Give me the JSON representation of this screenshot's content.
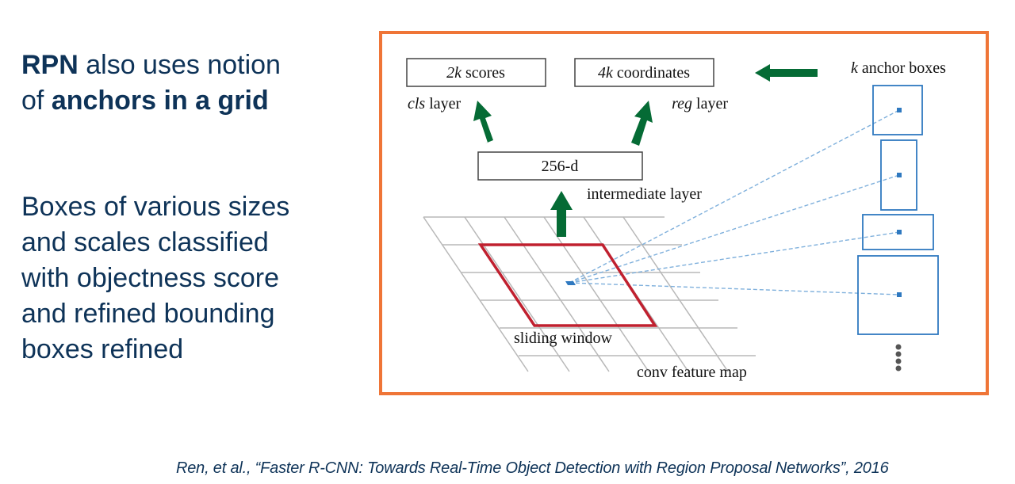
{
  "slide": {
    "heading": {
      "bold_1": "RPN",
      "text_1": " also uses notion",
      "text_2": "of ",
      "bold_2": "anchors in a grid"
    },
    "body_lines": [
      "Boxes of various sizes",
      "and scales classified",
      "with objectness score",
      "and refined bounding",
      "boxes refined"
    ],
    "citation": "Ren, et al., “Faster R-CNN: Towards Real-Time Object Detection with Region Proposal Networks”, 2016"
  },
  "diagram": {
    "cls_box": {
      "k": "2k",
      "label": " scores"
    },
    "reg_box": {
      "k": "4k",
      "label": " coordinates"
    },
    "cls_layer": {
      "italic": "cls",
      "label": " layer"
    },
    "reg_layer": {
      "italic": "reg",
      "label": " layer"
    },
    "intermediate_box": "256-d",
    "intermediate_label": "intermediate layer",
    "anchor_title": {
      "k": "k",
      "label": " anchor boxes"
    },
    "sliding_window_label": "sliding window",
    "feature_map_label": "conv feature map",
    "colors": {
      "frame": "#ef7537",
      "arrow": "#056b35",
      "sliding_window": "#c0202f",
      "anchor": "#2f79c0",
      "grid": "#b8b8b8",
      "text": "#0e3358"
    }
  }
}
